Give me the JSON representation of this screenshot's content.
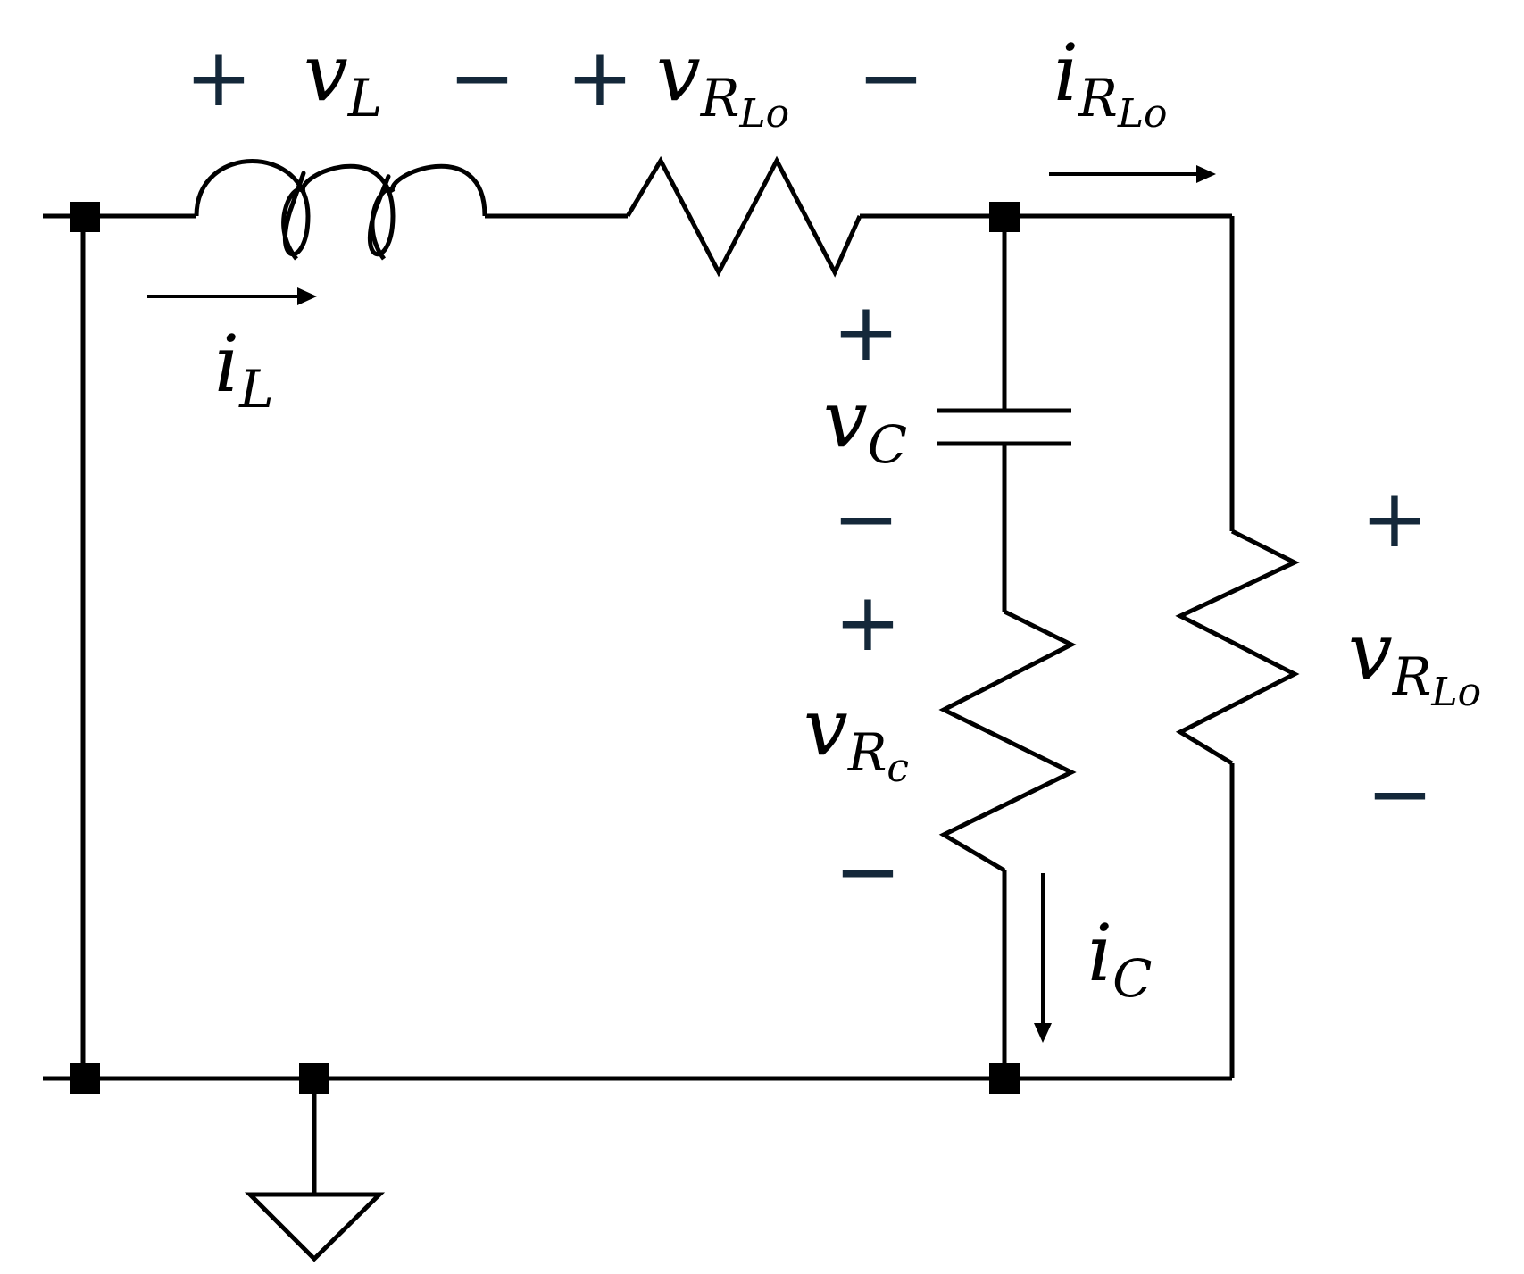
{
  "colors": {
    "wire": "#000000",
    "sign": "#14283a",
    "background": "#ffffff"
  },
  "labels": {
    "vL": {
      "base": "v",
      "sub": "L"
    },
    "iL": {
      "base": "i",
      "sub": "L"
    },
    "vRLo_top": {
      "base": "v",
      "sub": "R",
      "subsub": "Lo"
    },
    "iRLo": {
      "base": "i",
      "sub": "R",
      "subsub": "Lo"
    },
    "vC": {
      "base": "v",
      "sub": "C"
    },
    "vRc": {
      "base": "v",
      "sub": "R",
      "subsub": "c"
    },
    "iC": {
      "base": "i",
      "sub": "C"
    },
    "vRLo_right": {
      "base": "v",
      "sub": "R",
      "subsub": "Lo"
    }
  },
  "signs": {
    "plus": "+",
    "minus": "−"
  },
  "components": [
    "inductor",
    "series-resistor",
    "capacitor",
    "capacitor-esr-resistor",
    "load-resistor",
    "ground"
  ]
}
